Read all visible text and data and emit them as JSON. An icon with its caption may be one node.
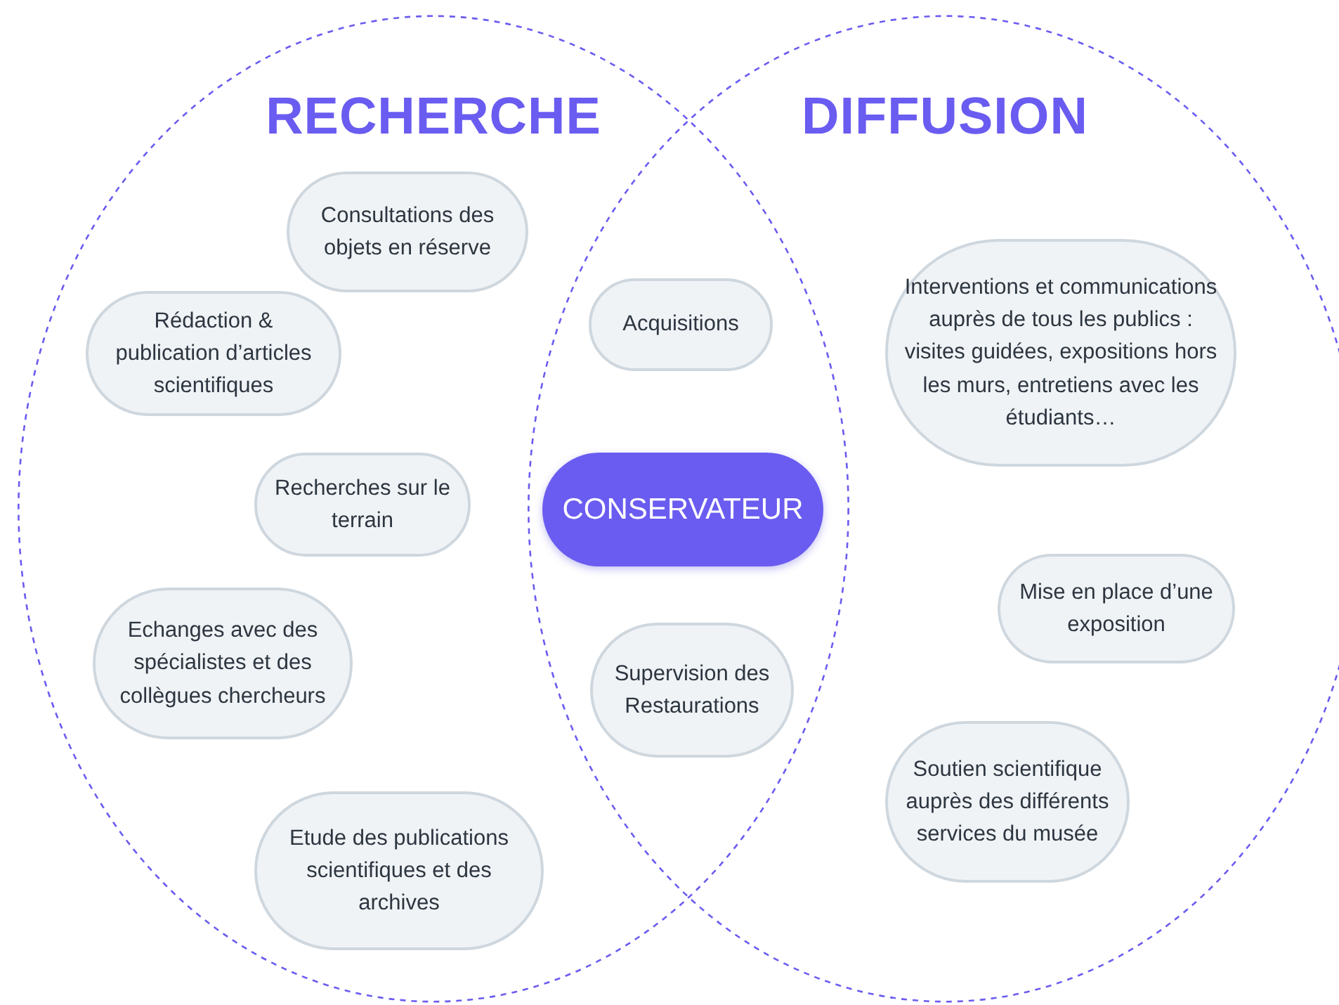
{
  "diagram": {
    "nodes": [
      {
        "text": [
          "RECHERCHE"
        ]
      },
      {
        "text": [
          "DIFFUSION"
        ]
      },
      {
        "text": [
          "Consultations des objets en réserve"
        ],
        "in": 0
      },
      {
        "text": [
          "Rédaction & publication d’articles scientifiques"
        ],
        "in": 0
      },
      {
        "text": [
          "Recherches sur le terrain"
        ],
        "in": 0
      },
      {
        "text": [
          "Echanges avec des spécialistes et des collègues chercheurs"
        ],
        "in": 0
      },
      {
        "text": [
          "Etude des publications scientifiques et des archives"
        ],
        "in": 0
      },
      {
        "text": [
          "Acquisitions"
        ]
      },
      {
        "text": [
          "CONSERVATEUR"
        ]
      },
      {
        "text": [
          "Supervision des Restaurations"
        ]
      },
      {
        "text": [
          "Interventions et communications auprès de tous les publics  : visites guidées, expositions hors les murs, entretiens avec les étudiants…"
        ],
        "in": 1
      },
      {
        "text": [
          "Mise en place d’une exposition"
        ],
        "in": 1
      },
      {
        "text": [
          "Soutien scientifique auprès des différents services du musée"
        ],
        "in": 1
      }
    ]
  }
}
